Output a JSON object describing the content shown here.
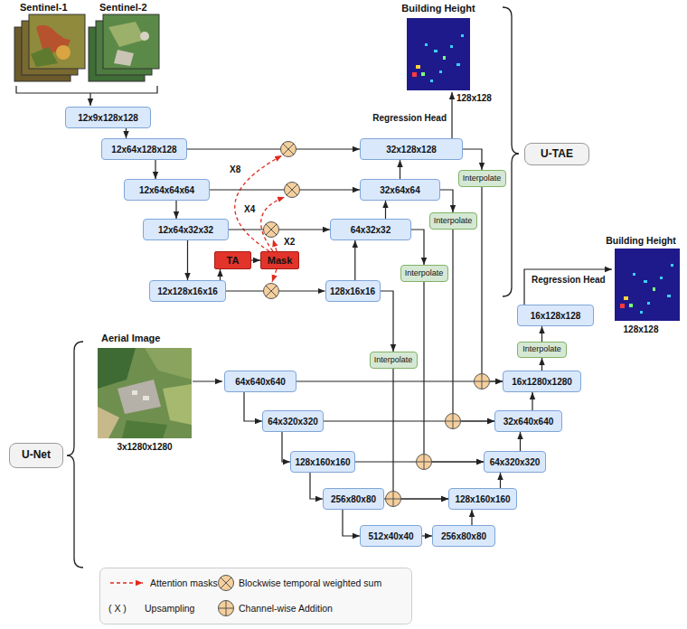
{
  "diagram": {
    "nodes": [
      {
        "text": [
          "12x9x128x128"
        ]
      },
      {
        "text": [
          "12x64x128x128"
        ]
      },
      {
        "text": [
          "12x64x64x64"
        ]
      },
      {
        "text": [
          "12x64x32x32"
        ]
      },
      {
        "text": [
          "12x128x16x16"
        ]
      },
      {
        "text": [
          "TA"
        ]
      },
      {
        "text": [
          "Mask"
        ]
      },
      {
        "text": [
          "32x128x128"
        ]
      },
      {
        "text": [
          "32x64x64"
        ]
      },
      {
        "text": [
          "64x32x32"
        ]
      },
      {
        "text": [
          "128x16x16"
        ]
      },
      {
        "text": [
          "Interpolate"
        ]
      },
      {
        "text": [
          "Interpolate"
        ]
      },
      {
        "text": [
          "Interpolate"
        ]
      },
      {
        "text": [
          "Interpolate"
        ]
      },
      {
        "text": [
          "U-TAE"
        ]
      },
      {
        "text": [
          "U-Net"
        ]
      },
      {
        "text": [
          "64x640x640"
        ]
      },
      {
        "text": [
          "64x320x320"
        ]
      },
      {
        "text": [
          "128x160x160"
        ]
      },
      {
        "text": [
          "256x80x80"
        ]
      },
      {
        "text": [
          "512x40x40"
        ]
      },
      {
        "text": [
          "256x80x80"
        ]
      },
      {
        "text": [
          "128x160x160"
        ]
      },
      {
        "text": [
          "64x320x320"
        ]
      },
      {
        "text": [
          "32x640x640"
        ]
      },
      {
        "text": [
          "16x1280x1280"
        ]
      },
      {
        "text": [
          "Interpolate"
        ]
      },
      {
        "text": [
          "16x128x128"
        ]
      }
    ],
    "edges": [
      {
        "from": 0,
        "to": 1,
        "arrow": "to"
      },
      {
        "from": 1,
        "to": 2,
        "arrow": "to"
      },
      {
        "from": 2,
        "to": 3,
        "arrow": "to"
      },
      {
        "from": 3,
        "to": 4,
        "arrow": "to"
      },
      {
        "from": 4,
        "to": 5,
        "arrow": "to"
      },
      {
        "from": 5,
        "to": 6,
        "arrow": "to"
      },
      {
        "from": 1,
        "to": 7,
        "arrow": "to"
      },
      {
        "from": 2,
        "to": 8,
        "arrow": "to"
      },
      {
        "from": 3,
        "to": 9,
        "arrow": "to"
      },
      {
        "from": 4,
        "to": 10,
        "arrow": "to"
      },
      {
        "from": 10,
        "to": 9,
        "arrow": "to"
      },
      {
        "from": 9,
        "to": 8,
        "arrow": "to"
      },
      {
        "from": 8,
        "to": 7,
        "arrow": "to"
      },
      {
        "from": 7,
        "to": 11,
        "arrow": "to"
      },
      {
        "from": 8,
        "to": 12,
        "arrow": "to"
      },
      {
        "from": 9,
        "to": 13,
        "arrow": "to"
      },
      {
        "from": 10,
        "to": 14,
        "arrow": "to"
      },
      {
        "from": 11,
        "to": 26,
        "arrow": "to"
      },
      {
        "from": 12,
        "to": 25,
        "arrow": "to"
      },
      {
        "from": 13,
        "to": 24,
        "arrow": "to"
      },
      {
        "from": 14,
        "to": 23,
        "arrow": "to"
      },
      {
        "from": 17,
        "to": 18,
        "arrow": "to"
      },
      {
        "from": 18,
        "to": 19,
        "arrow": "to"
      },
      {
        "from": 19,
        "to": 20,
        "arrow": "to"
      },
      {
        "from": 20,
        "to": 21,
        "arrow": "to"
      },
      {
        "from": 21,
        "to": 22,
        "arrow": "to"
      },
      {
        "from": 22,
        "to": 23,
        "arrow": "to"
      },
      {
        "from": 23,
        "to": 24,
        "arrow": "to"
      },
      {
        "from": 24,
        "to": 25,
        "arrow": "to"
      },
      {
        "from": 25,
        "to": 26,
        "arrow": "to"
      },
      {
        "from": 26,
        "to": 27,
        "arrow": "to"
      },
      {
        "from": 27,
        "to": 28,
        "arrow": "to"
      },
      {
        "from": 17,
        "to": 26,
        "arrow": "to"
      },
      {
        "from": 18,
        "to": 25,
        "arrow": "to"
      },
      {
        "from": 19,
        "to": 24,
        "arrow": "to"
      },
      {
        "from": 20,
        "to": 23,
        "arrow": "to"
      }
    ],
    "labels": [
      "Sentinel-1",
      "Sentinel-2",
      "Building Height",
      "128x128",
      "Regression Head",
      "X8",
      "X4",
      "X2",
      "Aerial Image",
      "3x1280x1280",
      "Regression Head",
      "Building Height",
      "128x128",
      "( X )"
    ],
    "legend": [
      {
        "text": "Attention masks"
      },
      {
        "text": "Blockwise temporal weighted sum"
      },
      {
        "text": "Upsampling"
      },
      {
        "text": "Channel-wise Addition"
      }
    ]
  }
}
